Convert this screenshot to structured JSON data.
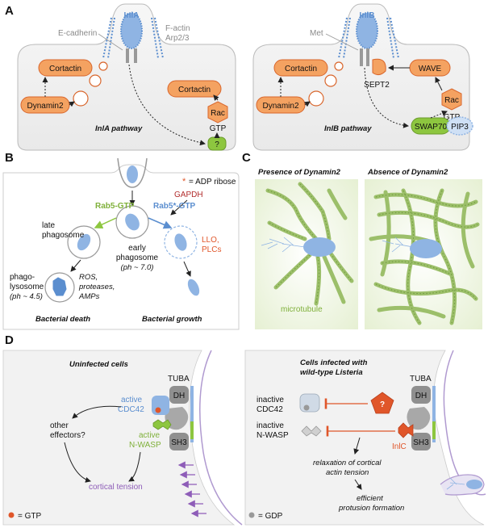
{
  "panels": {
    "A": {
      "label": "A",
      "inla": {
        "protein": "InlA",
        "receptor": "E-cadherin",
        "actin": "F-actin",
        "arp": "Arp2/3",
        "cortactin_left": "Cortactin",
        "cortactin_right": "Cortactin",
        "dynamin": "Dynamin2",
        "rac": "Rac",
        "gtp": "GTP",
        "unknown": "?",
        "pathway": "InlA pathway"
      },
      "inlb": {
        "protein": "InlB",
        "receptor": "Met",
        "sept": "SEPT2",
        "cortactin": "Cortactin",
        "wave": "WAVE",
        "dynamin": "Dynamin2",
        "rac": "Rac",
        "gtp": "GTP",
        "swap": "SWAP70",
        "pip": "PIP3",
        "pathway": "InlB pathway"
      }
    },
    "B": {
      "label": "B",
      "legend_star": "*",
      "legend_text": "= ADP ribose",
      "gapdh": "GAPDH",
      "rab5gtp": "Rab5-GTP",
      "rab5star": "Rab5*-GTP",
      "late": [
        "late",
        "phagosome"
      ],
      "early": [
        "early",
        "phagosome",
        "(ph ~ 7.0)"
      ],
      "lysosome": [
        "phago-",
        "lysosome",
        "(ph ~ 4.5)"
      ],
      "ros": [
        "ROS,",
        "proteases,",
        "AMPs"
      ],
      "llo": [
        "LLO,",
        "PLCs"
      ],
      "death": "Bacterial death",
      "growth": "Bacterial growth"
    },
    "C": {
      "label": "C",
      "presence": "Presence of Dynamin2",
      "absence": "Absence of Dynamin2",
      "microtubule": "microtubule"
    },
    "D": {
      "label": "D",
      "left": {
        "title": "Uninfected cells",
        "tuba": "TUBA",
        "dh": "DH",
        "sh3": "SH3",
        "active1": "active",
        "cdc42": "CDC42",
        "other": [
          "other",
          "effectors?"
        ],
        "active2": "active",
        "nwasp": "N-WASP",
        "tension": "cortical tension",
        "legend": "= GTP"
      },
      "right": {
        "title": [
          "Cells infected with",
          "wild-type Listeria"
        ],
        "tuba": "TUBA",
        "dh": "DH",
        "sh3": "SH3",
        "inactive1": "inactive",
        "cdc42": "CDC42",
        "inactive2": "inactive",
        "nwasp": "N-WASP",
        "unknown": "?",
        "inlc": "InlC",
        "relax": [
          "relaxation of cortical",
          "actin tension"
        ],
        "efficient": [
          "efficient",
          "protusion formation"
        ],
        "legend": "= GDP"
      }
    }
  },
  "colors": {
    "orange": "#f4a261",
    "orange_dark": "#d9662c",
    "blue": "#8fb4e3",
    "blue_dark": "#5b8ecf",
    "green": "#8dc63f",
    "green_light": "#eef5e0",
    "purple": "#8e5db8",
    "gray_cell": "#f2f2f2",
    "red": "#e0562a"
  }
}
